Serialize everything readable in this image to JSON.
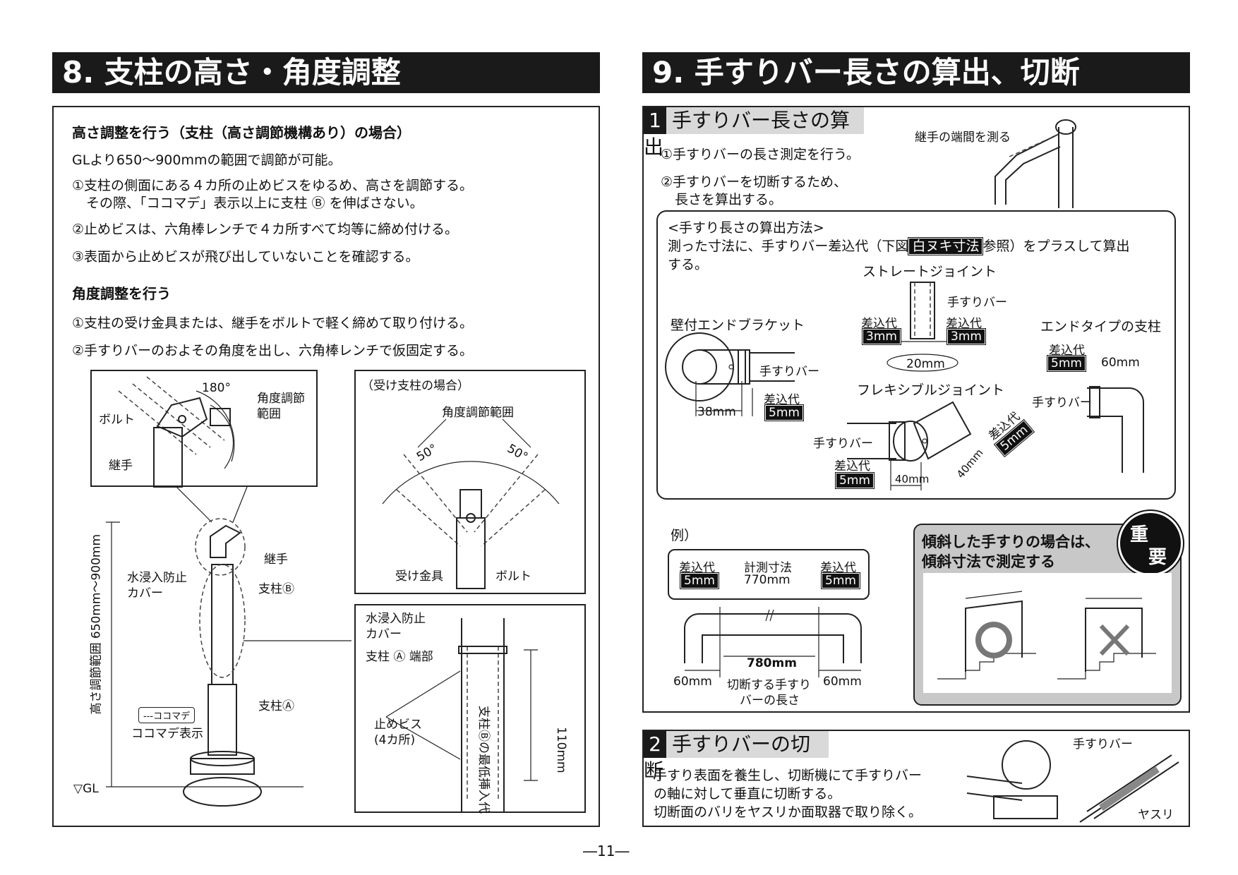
{
  "left": {
    "title": "8. 支柱の高さ・角度調整",
    "height_heading": "高さ調整を行う（支柱（高さ調節機構あり）の場合）",
    "height_note": "GLより650～900mmの範囲で調節が可能。",
    "height_step1a": "①支柱の側面にある４カ所の止めビスをゆるめ、高さを調節する。",
    "height_step1b": "その際、「ココマデ」表示以上に支柱 Ⓑ を伸ばさない。",
    "height_step2": "②止めビスは、六角棒レンチで４カ所すべて均等に締め付ける。",
    "height_step3": "③表面から止めビスが飛び出していないことを確認する。",
    "angle_heading": "角度調整を行う",
    "angle_step1": "①支柱の受け金具または、継手をボルトで軽く締めて取り付ける。",
    "angle_step2": "②手すりバーのおよその角度を出し、六角棒レンチで仮固定する。",
    "fig": {
      "deg180": "180°",
      "angle_range": "角度調節",
      "angle_range2": "範囲",
      "bolt": "ボルト",
      "joint": "継手",
      "receiver_case": "（受け支柱の場合）",
      "angle_range_full": "角度調節範囲",
      "deg50a": "50°",
      "deg50b": "50°",
      "receiver_fitting": "受け金具",
      "bolt2": "ボルト",
      "joint2": "継手",
      "cover": "水浸入防止",
      "cover2": "カバー",
      "pillar_b": "支柱Ⓑ",
      "pillar_a": "支柱Ⓐ",
      "cocomade_tag": "---ココマデ",
      "cocomade_label": "ココマデ表示",
      "gl": "▽GL",
      "height_range": "高さ調節範囲 650mm～900mm",
      "cover3": "水浸入防止",
      "cover4": "カバー",
      "pillar_a_end": "支柱 Ⓐ 端部",
      "set_screw": "止めビス",
      "set_screw2": "(4カ所)",
      "min_insert": "支柱Ⓑの最低挿入代",
      "min_insert_val": "110mm"
    }
  },
  "right": {
    "title": "9. 手すりバー長さの算出、切断",
    "sub1_num": "1",
    "sub1_title": "手すりバー長さの算出",
    "measure_label": "継手の端間を測る",
    "step1": "①手すりバーの長さ測定を行う。",
    "step2a": "②手すりバーを切断するため、",
    "step2b": "長さを算出する。",
    "method_title": "<手すり長さの算出方法>",
    "method_line1a": "測った寸法に、手すりバー差込代（下図",
    "method_badge": "白ヌキ寸法",
    "method_line1b": "参照）をプラスして算出",
    "method_line2": "する。",
    "straight_joint": "ストレートジョイント",
    "bar": "手すりバー",
    "insert_lbl": "差込代",
    "mm3": "3mm",
    "mm20": "20mm",
    "wall_bracket": "壁付エンドブラケット",
    "end_pillar": "エンドタイプの支柱",
    "mm5": "5mm",
    "mm38": "38mm",
    "mm60": "60mm",
    "flex_joint": "フレキシブルジョイント",
    "mm40": "40mm",
    "example": "例）",
    "measured": "計測寸法",
    "mm770": "770mm",
    "mm780": "780mm",
    "cut_len1": "切断する手すり",
    "cut_len2": "バーの長さ",
    "important1": "傾斜した手すりの場合は、",
    "important2": "傾斜寸法で測定する",
    "jyu": "重",
    "you": "要",
    "sub2_num": "2",
    "sub2_title": "手すりバーの切断",
    "cut1": "手すり表面を養生し、切断機にて手すりバー",
    "cut2": "の軸に対して垂直に切断する。",
    "cut3": "切断面のバリをヤスリか面取器で取り除く。",
    "file": "ヤスリ"
  },
  "page_number": "―11―"
}
